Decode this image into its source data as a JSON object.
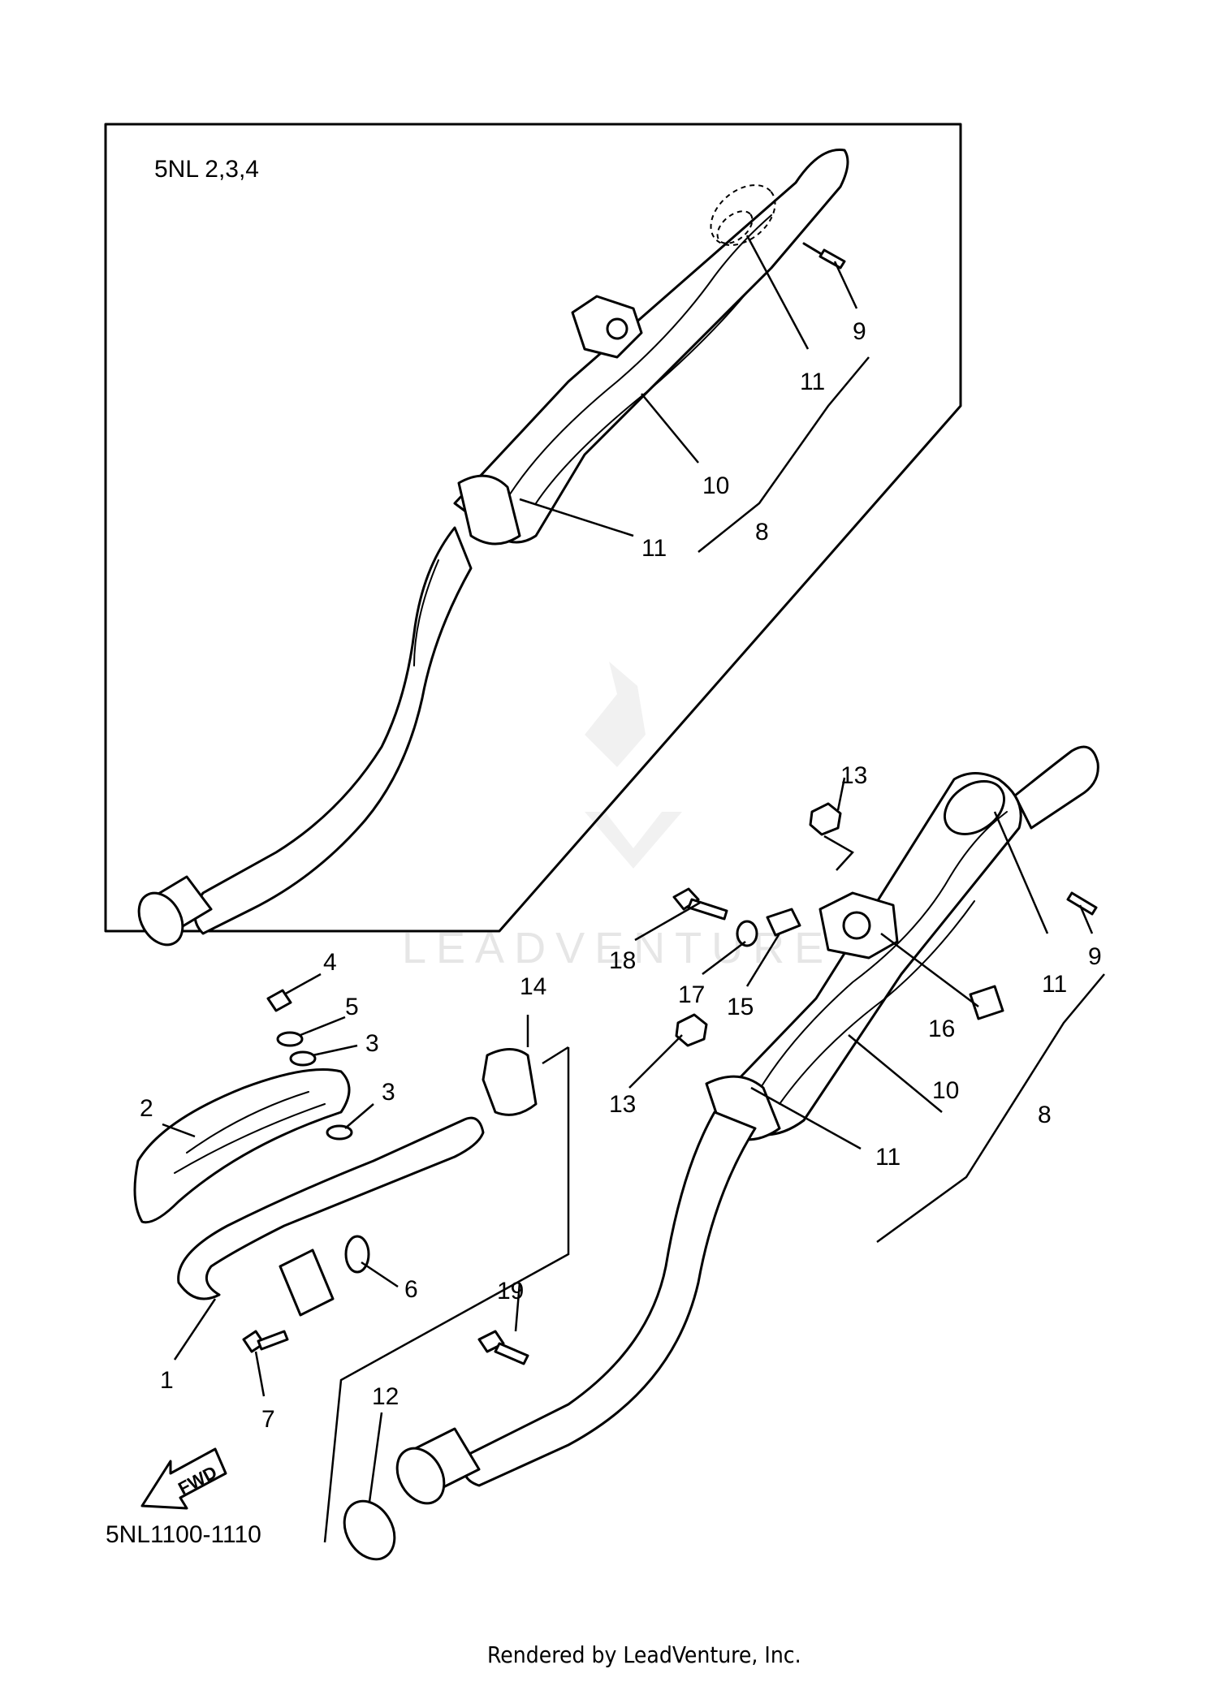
{
  "diagram": {
    "variant_label": "5NL 2,3,4",
    "figure_code": "5NL1100-1110",
    "direction_label": "FWD",
    "watermark": "LEADVENTURE",
    "footer": "Rendered by LeadVenture, Inc.",
    "callouts": {
      "c1": "1",
      "c2": "2",
      "c3a": "3",
      "c3b": "3",
      "c4": "4",
      "c5": "5",
      "c6": "6",
      "c7": "7",
      "c8": "8",
      "c8_top": "8",
      "c9": "9",
      "c9_top": "9",
      "c10": "10",
      "c10_top": "10",
      "c11a": "11",
      "c11b": "11",
      "c11_top_a": "11",
      "c11_top_b": "11",
      "c12": "12",
      "c13a": "13",
      "c13b": "13",
      "c14": "14",
      "c15": "15",
      "c16": "16",
      "c17": "17",
      "c18": "18",
      "c19": "19"
    }
  }
}
